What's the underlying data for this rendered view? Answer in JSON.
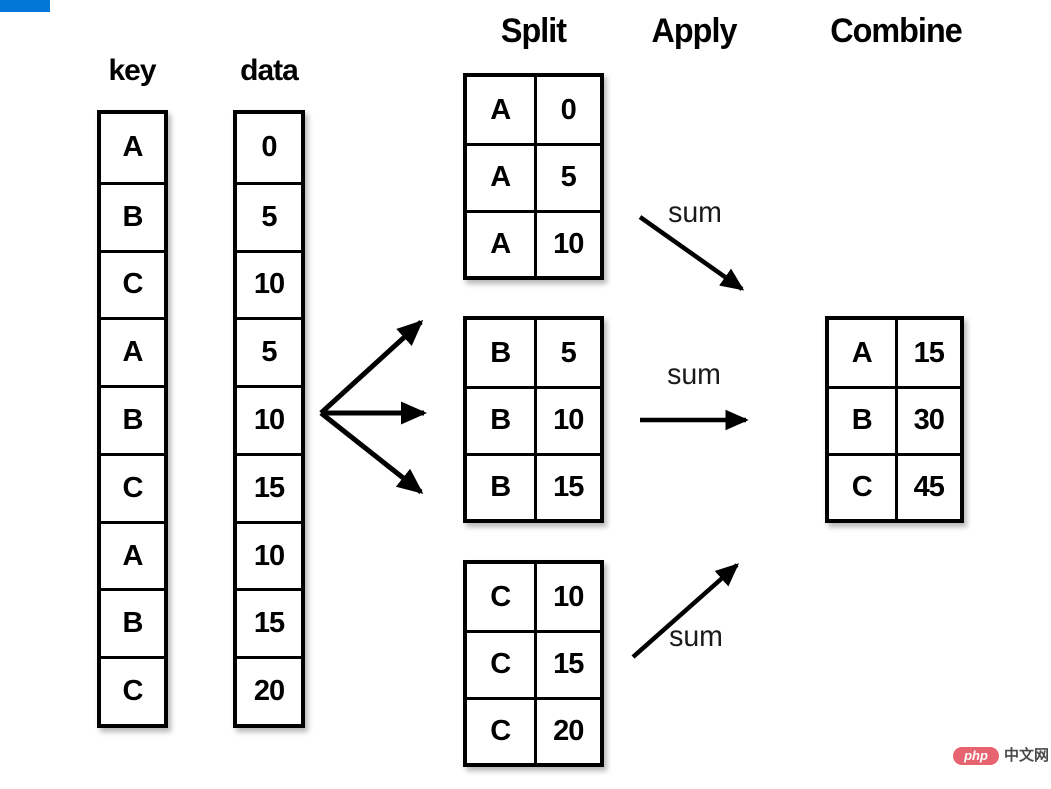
{
  "headers": {
    "split": "Split",
    "apply": "Apply",
    "combine": "Combine"
  },
  "source": {
    "key_label": "key",
    "data_label": "data",
    "keys": [
      "A",
      "B",
      "C",
      "A",
      "B",
      "C",
      "A",
      "B",
      "C"
    ],
    "values": [
      "0",
      "5",
      "10",
      "5",
      "10",
      "15",
      "10",
      "15",
      "20"
    ]
  },
  "split_groups": [
    {
      "rows": [
        [
          "A",
          "0"
        ],
        [
          "A",
          "5"
        ],
        [
          "A",
          "10"
        ]
      ]
    },
    {
      "rows": [
        [
          "B",
          "5"
        ],
        [
          "B",
          "10"
        ],
        [
          "B",
          "15"
        ]
      ]
    },
    {
      "rows": [
        [
          "C",
          "10"
        ],
        [
          "C",
          "15"
        ],
        [
          "C",
          "20"
        ]
      ]
    }
  ],
  "apply": {
    "labels": [
      "sum",
      "sum",
      "sum"
    ]
  },
  "combine": {
    "rows": [
      [
        "A",
        "15"
      ],
      [
        "B",
        "30"
      ],
      [
        "C",
        "45"
      ]
    ]
  },
  "watermark": {
    "badge": "php",
    "text": "中文网"
  },
  "colors": {
    "accent-bar": "#0277d7",
    "watermark-badge": "#e56470",
    "watermark-text": "#4a4a4a"
  }
}
